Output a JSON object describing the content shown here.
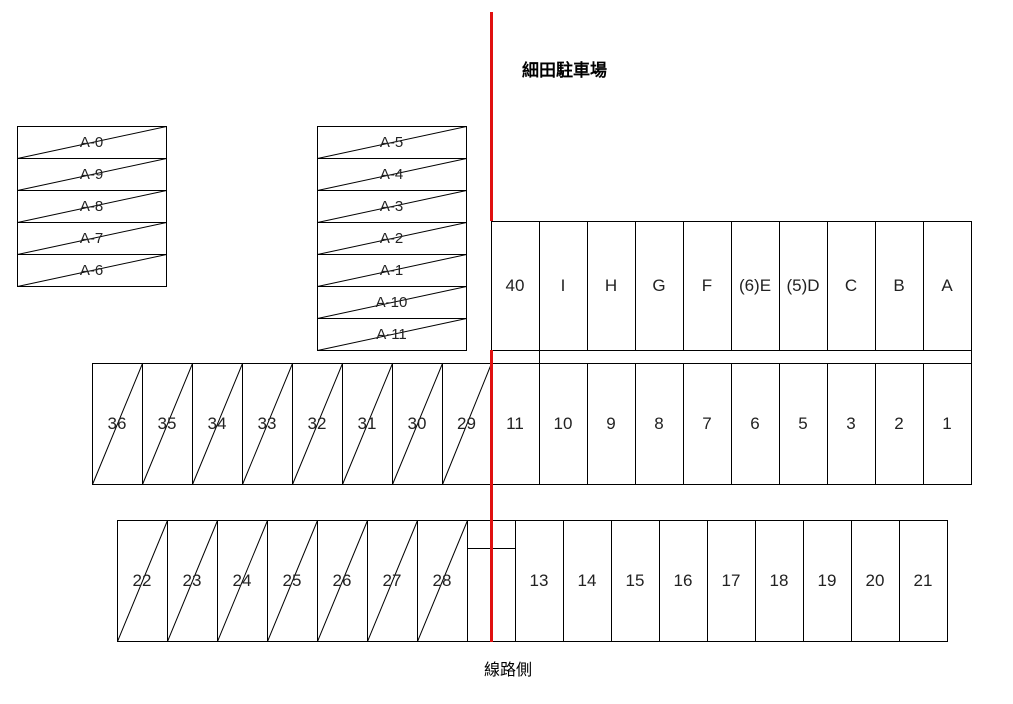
{
  "title": "細田駐車場",
  "bottom_label": "線路側",
  "colors": {
    "divider_line": "#e01010",
    "stroke": "#000000"
  },
  "block_left": [
    "A-0",
    "A-9",
    "A-8",
    "A-7",
    "A-6"
  ],
  "block_middle": [
    "A-5",
    "A-4",
    "A-3",
    "A-2",
    "A-1",
    "A-10",
    "A-11"
  ],
  "row_top": [
    "40",
    "I",
    "H",
    "G",
    "F",
    "(6)E",
    "(5)D",
    "C",
    "B",
    "A"
  ],
  "row_middle_hatched": [
    "36",
    "35",
    "34",
    "33",
    "32",
    "31",
    "30",
    "29"
  ],
  "row_middle": [
    "11",
    "10",
    "9",
    "8",
    "7",
    "6",
    "5",
    "3",
    "2",
    "1"
  ],
  "row_bottom_hatched": [
    "22",
    "23",
    "24",
    "25",
    "26",
    "27",
    "28"
  ],
  "row_bottom": [
    "13",
    "14",
    "15",
    "16",
    "17",
    "18",
    "19",
    "20",
    "21"
  ]
}
